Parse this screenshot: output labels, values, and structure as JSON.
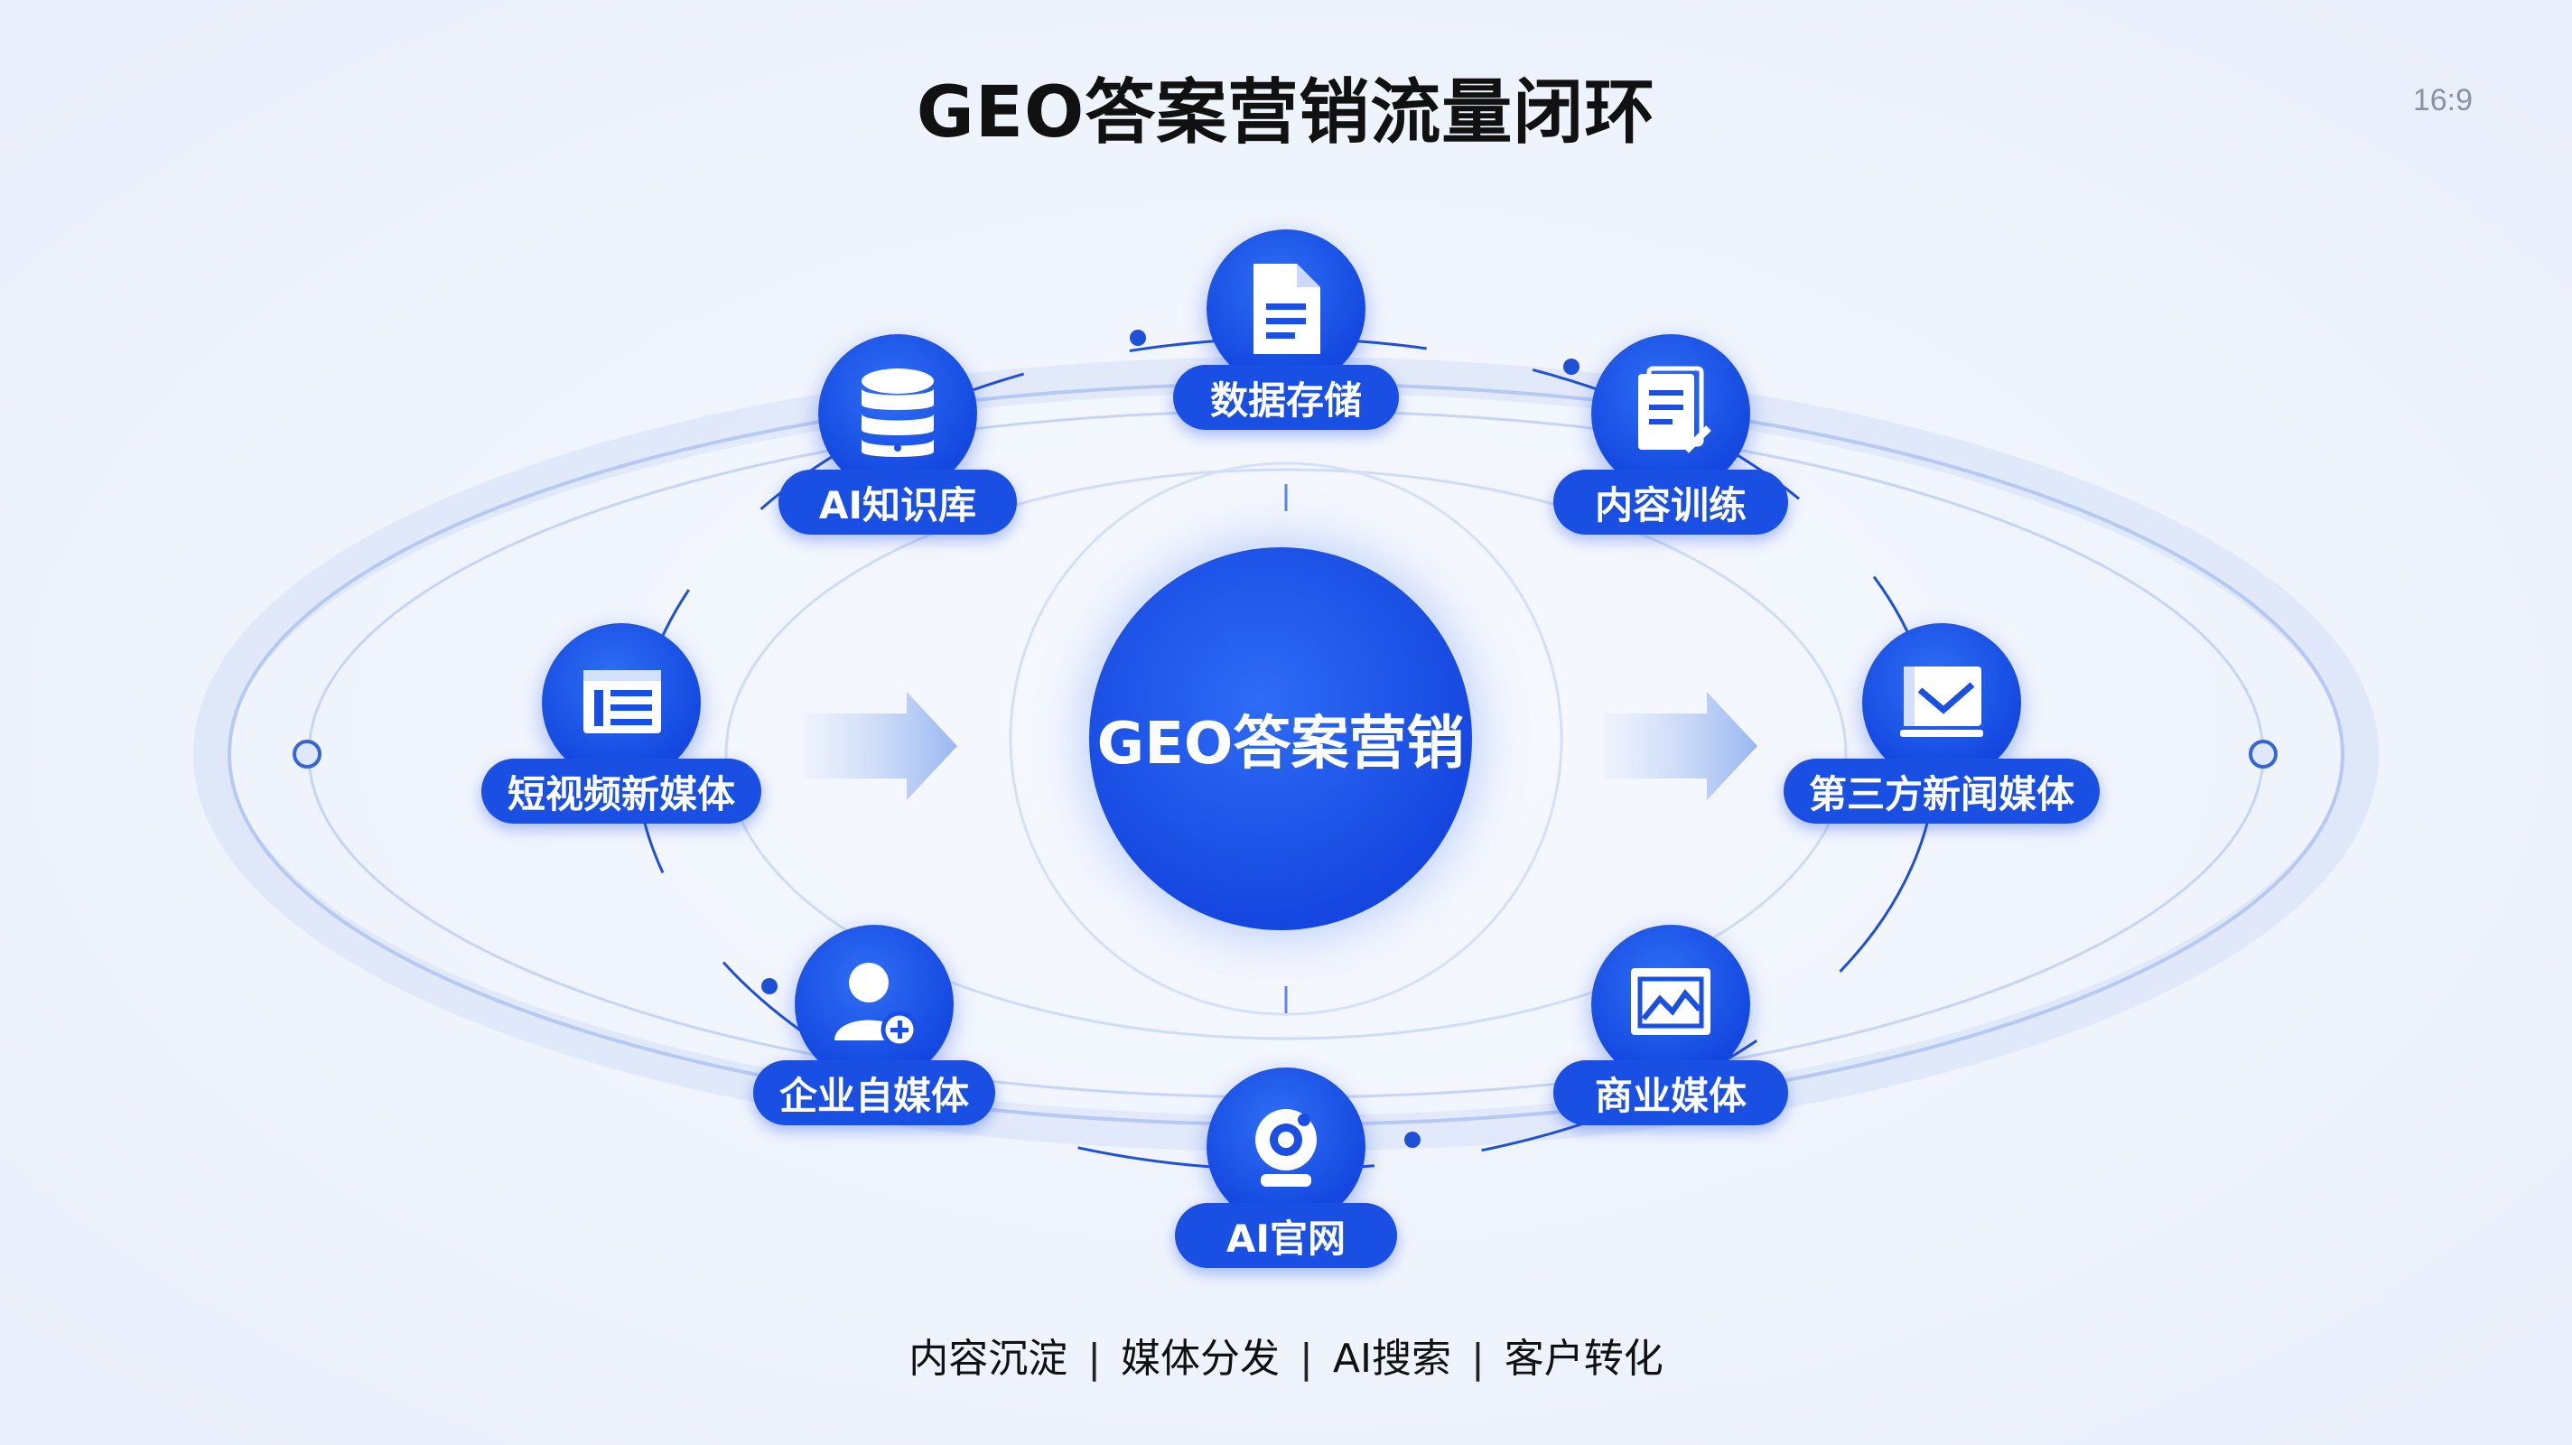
{
  "title": "GEO答案营销流量闭环",
  "ratio": "16:9",
  "center": {
    "label": "GEO答案营销"
  },
  "nodes": [
    {
      "id": "data-storage",
      "label": "数据存储",
      "icon": "document-icon"
    },
    {
      "id": "ai-knowledge-base",
      "label": "AI知识库",
      "icon": "database-icon"
    },
    {
      "id": "content-training",
      "label": "内容训练",
      "icon": "checklist-icon"
    },
    {
      "id": "short-video",
      "label": "短视频新媒体",
      "icon": "newspaper-icon"
    },
    {
      "id": "third-party-news",
      "label": "第三方新闻媒体",
      "icon": "monitor-icon"
    },
    {
      "id": "enterprise-media",
      "label": "企业自媒体",
      "icon": "user-add-icon"
    },
    {
      "id": "commercial-media",
      "label": "商业媒体",
      "icon": "chart-window-icon"
    },
    {
      "id": "ai-website",
      "label": "AI官网",
      "icon": "webcam-icon"
    }
  ],
  "bottom": [
    "内容沉淀",
    "媒体分发",
    "AI搜索",
    "客户转化"
  ],
  "colors": {
    "primary": "#1a4fe3",
    "accent": "#2f6ff5",
    "line": "#1f50d8"
  }
}
